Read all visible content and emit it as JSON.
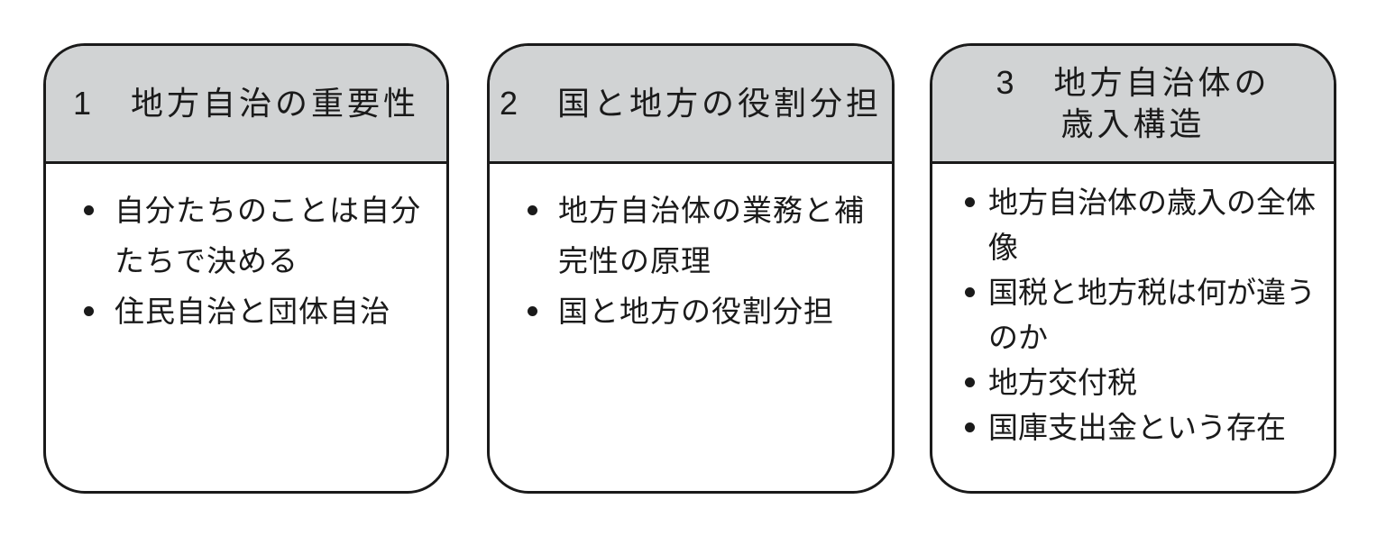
{
  "figure": {
    "colors": {
      "header_background": "#d1d3d4",
      "border": "#1a1a1a",
      "page_background": "#ffffff",
      "text": "#1a1a1a"
    },
    "cards": [
      {
        "number": "1",
        "title": "地方自治の重要性",
        "header_lines": [
          "1　地方自治の重要性"
        ],
        "bullets": [
          "自分たちのことは自分たちで決める",
          "住民自治と団体自治"
        ]
      },
      {
        "number": "2",
        "title": "国と地方の役割分担",
        "header_lines": [
          "2　国と地方の役割分担"
        ],
        "bullets": [
          "地方自治体の業務と補完性の原理",
          "国と地方の役割分担"
        ]
      },
      {
        "number": "3",
        "title": "地方自治体の歳入構造",
        "header_lines": [
          "3　地方自治体の",
          "歳入構造"
        ],
        "bullets": [
          "地方自治体の歳入の全体像",
          "国税と地方税は何が違うのか",
          "地方交付税",
          "国庫支出金という存在"
        ]
      }
    ]
  }
}
